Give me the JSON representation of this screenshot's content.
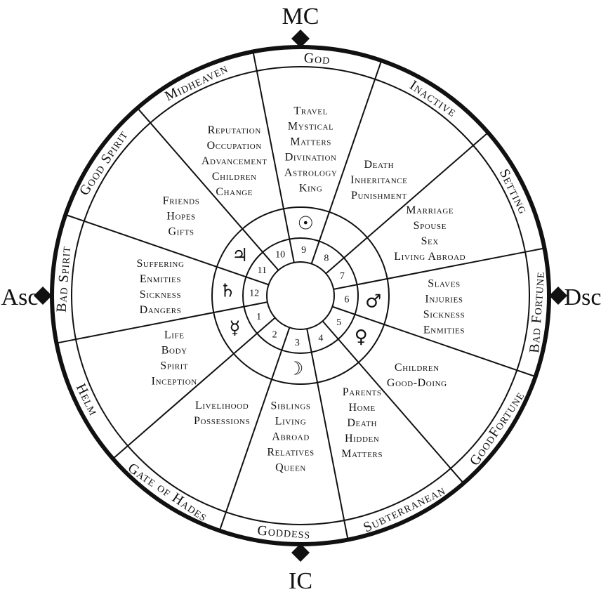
{
  "angles": {
    "mc": "MC",
    "ic": "IC",
    "asc": "Asc",
    "dsc": "Dsc"
  },
  "houses": [
    {
      "number": "1",
      "name": "Helm",
      "topics": [
        "Life",
        "Body",
        "Spirit",
        "Inception"
      ],
      "glyph": "☿",
      "glyph_name": "mercury-icon"
    },
    {
      "number": "2",
      "name": "Gate of Hades",
      "topics": [
        "Livelihood",
        "Possessions"
      ],
      "glyph": "",
      "glyph_name": ""
    },
    {
      "number": "3",
      "name": "Goddess",
      "topics": [
        "Siblings",
        "Living",
        "Abroad",
        "Relatives",
        "Queen"
      ],
      "glyph": "☽",
      "glyph_name": "moon-icon"
    },
    {
      "number": "4",
      "name": "Subterranean",
      "topics": [
        "Parents",
        "Home",
        "Death",
        "Hidden",
        "Matters"
      ],
      "glyph": "",
      "glyph_name": ""
    },
    {
      "number": "5",
      "name": "GoodFortune",
      "topics": [
        "Children",
        "Good-Doing"
      ],
      "glyph": "♀",
      "glyph_name": "venus-icon"
    },
    {
      "number": "6",
      "name": "Bad Fortune",
      "topics": [
        "Slaves",
        "Injuries",
        "Sickness",
        "Enmities"
      ],
      "glyph": "♂",
      "glyph_name": "mars-icon"
    },
    {
      "number": "7",
      "name": "Setting",
      "topics": [
        "Marriage",
        "Spouse",
        "Sex",
        "Living Abroad"
      ],
      "glyph": "",
      "glyph_name": ""
    },
    {
      "number": "8",
      "name": "Inactive",
      "topics": [
        "Death",
        "Inheritance",
        "Punishment"
      ],
      "glyph": "",
      "glyph_name": ""
    },
    {
      "number": "9",
      "name": "God",
      "topics": [
        "Travel",
        "Mystical",
        "Matters",
        "Divination",
        "Astrology",
        "King"
      ],
      "glyph": "☉",
      "glyph_name": "sun-icon"
    },
    {
      "number": "10",
      "name": "Midheaven",
      "topics": [
        "Reputation",
        "Occupation",
        "Advancement",
        "Children",
        "Change"
      ],
      "glyph": "",
      "glyph_name": ""
    },
    {
      "number": "11",
      "name": "Good Spirit",
      "topics": [
        "Friends",
        "Hopes",
        "Gifts"
      ],
      "glyph": "♃",
      "glyph_name": "jupiter-icon"
    },
    {
      "number": "12",
      "name": "Bad Spirit",
      "topics": [
        "Suffering",
        "Enmities",
        "Sickness",
        "Dangers"
      ],
      "glyph": "♄",
      "glyph_name": "saturn-icon"
    }
  ]
}
